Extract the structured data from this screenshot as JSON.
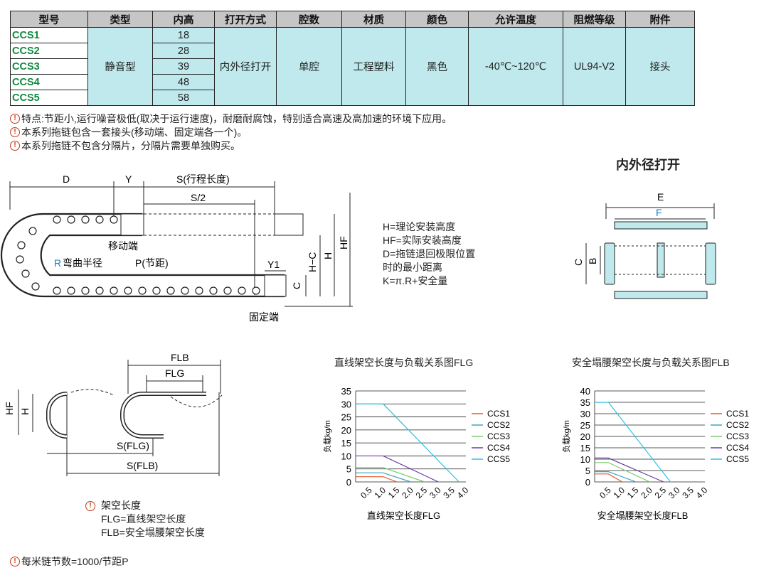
{
  "table": {
    "headers": [
      "型号",
      "类型",
      "内高",
      "打开方式",
      "腔数",
      "材质",
      "颜色",
      "允许温度",
      "阻燃等级",
      "附件"
    ],
    "models": [
      "CCS1",
      "CCS2",
      "CCS3",
      "CCS4",
      "CCS5"
    ],
    "inner_heights": [
      "18",
      "28",
      "39",
      "48",
      "58"
    ],
    "type": "静音型",
    "open_method": "内外径打开",
    "chambers": "单腔",
    "material": "工程塑料",
    "color": "黑色",
    "temperature": "-40℃~120℃",
    "flame_rating": "UL94-V2",
    "accessory": "接头"
  },
  "notes": [
    "特点:节距小,运行噪音极低(取决于运行速度)，耐磨耐腐蚀，特别适合高速及高加速的环境下应用。",
    "本系列拖链包含一套接头(移动端、固定端各一个)。",
    "本系列拖链不包含分隔片，分隔片需要单独购买。"
  ],
  "chain_diagram": {
    "label_d": "D",
    "label_y": "Y",
    "label_s": "S(行程长度)",
    "label_s2": "S/2",
    "label_moving": "移动端",
    "label_r_prefix": "R",
    "label_r_rest": "弯曲半径",
    "label_p": "P(节距)",
    "label_y1": "Y1",
    "label_c": "C",
    "label_hc": "H−C",
    "label_h": "H",
    "label_hf": "HF",
    "label_fixed": "固定端"
  },
  "definitions": [
    "H=理论安装高度",
    "HF=实际安装高度",
    "D=拖链退回极限位置",
    "时的最小距离",
    "K=π.R+安全量"
  ],
  "cross_section": {
    "title": "内外径打开",
    "label_e": "E",
    "label_f": "F",
    "label_c": "C",
    "label_b": "B"
  },
  "span_diagram": {
    "label_flb": "FLB",
    "label_flg": "FLG",
    "label_hf": "HF",
    "label_h": "H",
    "label_sflg": "S(FLG)",
    "label_sflb": "S(FLB)"
  },
  "span_notes": {
    "title": "架空长度",
    "line1": "FLG=直线架空长度",
    "line2": "FLB=安全塌腰架空长度"
  },
  "bottom_note": "每米链节数=1000/节距P",
  "colors": {
    "model_text": "#0e8a3e",
    "cyan_fill": "#bfe9ec",
    "header_fill": "#c6c6c6",
    "warn": "#c83a1a",
    "accent_blue": "#1680c8"
  },
  "chart_data": [
    {
      "type": "line",
      "title": "直线架空长度与负载关系图FLG",
      "xlabel": "直线架空长度FLG",
      "ylabel": "负载kg/m",
      "x_ticks": [
        "0.5",
        "1.0",
        "1.5",
        "2.0",
        "2.5",
        "3.0",
        "3.5",
        "4.0"
      ],
      "y_ticks": [
        "35",
        "30",
        "25",
        "20",
        "15",
        "10",
        "5",
        "0"
      ],
      "ylim": [
        0,
        35
      ],
      "xlim": [
        0,
        4.0
      ],
      "grid": true,
      "legend_position": "right",
      "series": [
        {
          "name": "CCS1",
          "color": "#e8582a",
          "x": [
            0,
            0.5,
            1.0,
            1.5
          ],
          "y": [
            2,
            2,
            2,
            0
          ]
        },
        {
          "name": "CCS2",
          "color": "#3aa3c9",
          "x": [
            0,
            0.5,
            1.0,
            2.0
          ],
          "y": [
            3.5,
            3.5,
            3.5,
            0
          ]
        },
        {
          "name": "CCS3",
          "color": "#7ccc6a",
          "x": [
            0,
            0.5,
            1.0,
            2.5
          ],
          "y": [
            5.5,
            5.5,
            5.5,
            0
          ]
        },
        {
          "name": "CCS4",
          "color": "#6a3aa8",
          "x": [
            0,
            0.5,
            1.0,
            3.0
          ],
          "y": [
            10,
            10,
            10,
            0
          ]
        },
        {
          "name": "CCS5",
          "color": "#2ec2e0",
          "x": [
            0,
            0.5,
            1.0,
            3.75
          ],
          "y": [
            30,
            30,
            30,
            0
          ]
        }
      ]
    },
    {
      "type": "line",
      "title": "安全塌腰架空长度与负载关系图FLB",
      "xlabel": "安全塌腰架空长度FLB",
      "ylabel": "负载kg/m",
      "x_ticks": [
        "0.5",
        "1.0",
        "1.5",
        "2.0",
        "2.5",
        "3.0",
        "3.5",
        "4.0"
      ],
      "y_ticks": [
        "40",
        "35",
        "30",
        "25",
        "20",
        "15",
        "10",
        "5",
        "0"
      ],
      "ylim": [
        0,
        40
      ],
      "xlim": [
        0,
        4.0
      ],
      "grid": true,
      "legend_position": "right",
      "series": [
        {
          "name": "CCS1",
          "color": "#e8582a",
          "x": [
            0,
            0.5,
            1.0
          ],
          "y": [
            3.5,
            3.5,
            0
          ]
        },
        {
          "name": "CCS2",
          "color": "#3aa3c9",
          "x": [
            0,
            0.5,
            1.5
          ],
          "y": [
            4.5,
            4.5,
            0
          ]
        },
        {
          "name": "CCS3",
          "color": "#7ccc6a",
          "x": [
            0,
            0.5,
            2.0
          ],
          "y": [
            8.5,
            8.5,
            0
          ]
        },
        {
          "name": "CCS4",
          "color": "#6a3aa8",
          "x": [
            0,
            0.5,
            2.5
          ],
          "y": [
            10.5,
            10.5,
            0
          ]
        },
        {
          "name": "CCS5",
          "color": "#2ec2e0",
          "x": [
            0,
            0.5,
            2.75
          ],
          "y": [
            35,
            35,
            0
          ]
        }
      ]
    }
  ]
}
